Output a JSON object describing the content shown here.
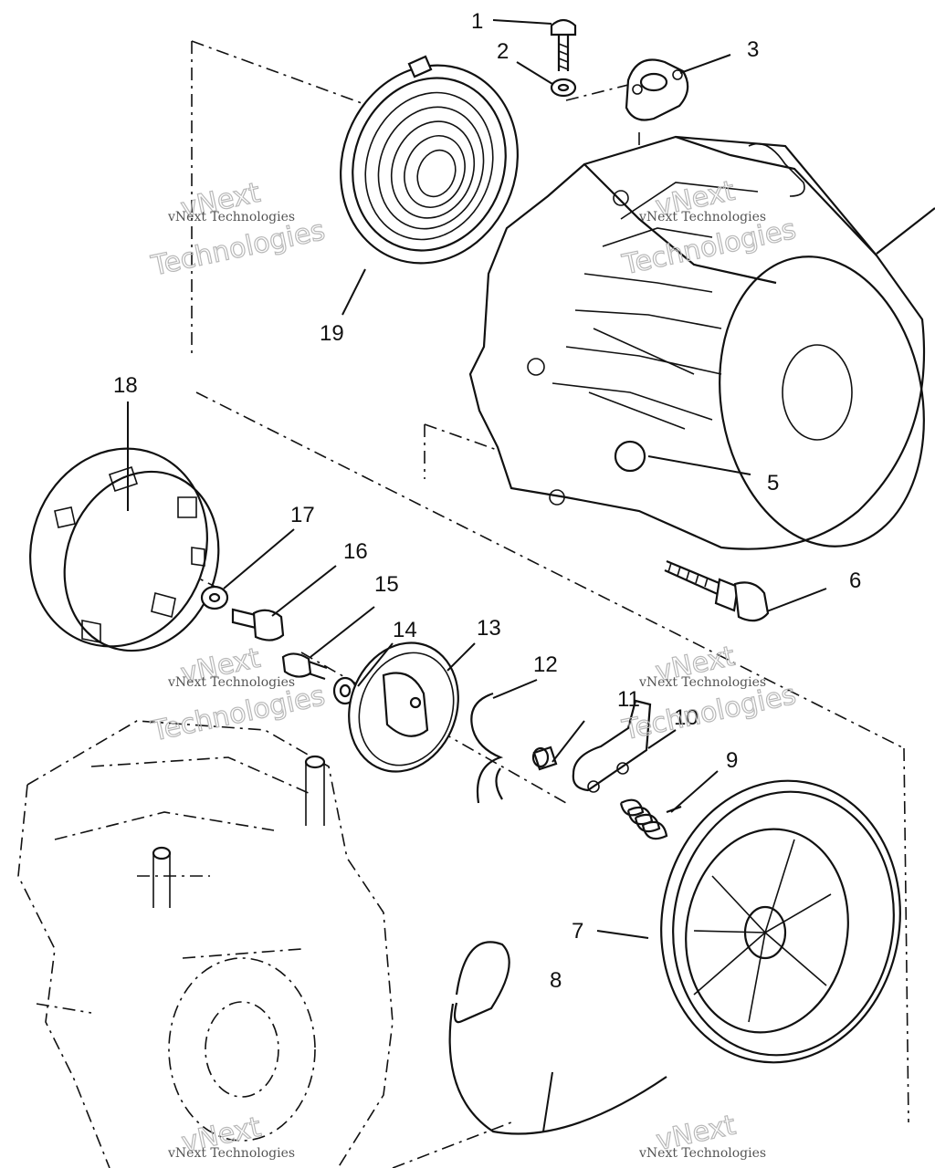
{
  "diagram": {
    "callouts": [
      "1",
      "2",
      "3",
      "5",
      "6",
      "7",
      "8",
      "9",
      "10",
      "11",
      "12",
      "13",
      "14",
      "15",
      "16",
      "17",
      "18",
      "19"
    ],
    "watermark": {
      "line1": "vNext Technologies",
      "line2_a": "vNext",
      "line2_b": "Technologies"
    }
  }
}
